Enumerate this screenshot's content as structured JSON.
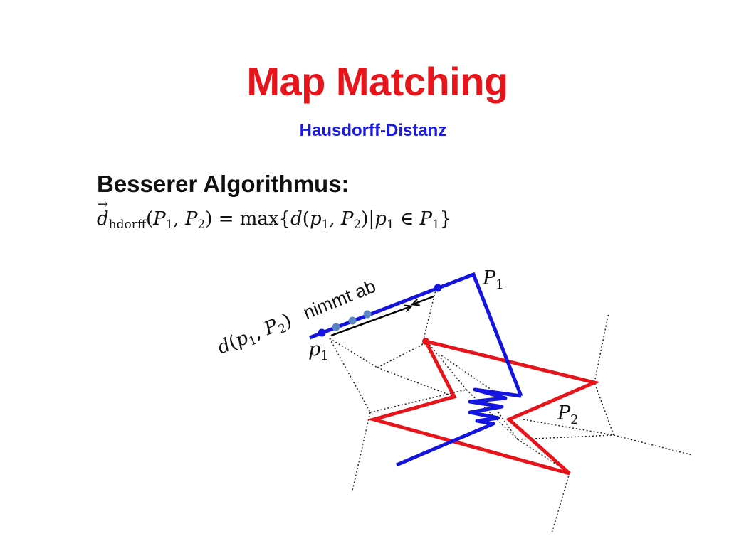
{
  "slide": {
    "title": "Map Matching",
    "subtitle": "Hausdorff-Distanz",
    "heading": "Besserer Algorithmus:",
    "formula": {
      "lhs_symbol": "d",
      "lhs_subscript": "hdorff",
      "lhs_args": "(P1, P2)",
      "equals": "=",
      "rhs_func": "max",
      "rhs_set": "{d(p1, P2) | p1 ∈ P1}"
    }
  },
  "diagram": {
    "label_P1": "P1",
    "label_P2": "P2",
    "label_p1": "p1",
    "annotation_math": "d(p1, P2)",
    "annotation_text": "nimmt ab",
    "colors": {
      "curve_P1": "#1414e0",
      "curve_P2": "#e8141b",
      "point_light": "#5b86c6",
      "voronoi": "#222222",
      "arrow": "#000000"
    }
  }
}
